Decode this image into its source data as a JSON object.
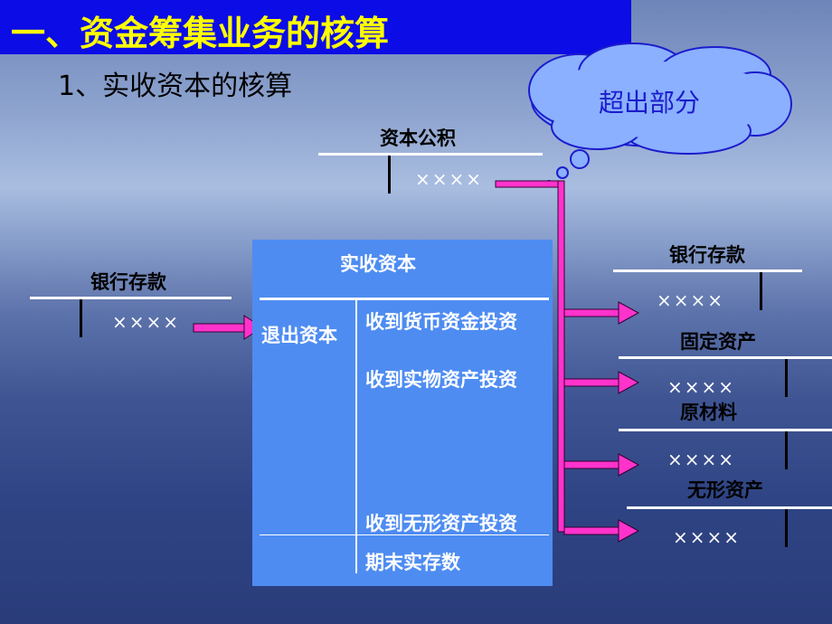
{
  "title": "一、资金筹集业务的核算",
  "subtitle": "1、实收资本的核算",
  "callout": "超出部分",
  "accounts": {
    "capital_reserve": {
      "name": "资本公积",
      "value": "××××"
    },
    "bank_left": {
      "name": "银行存款",
      "value": "××××"
    },
    "paid_in_capital": {
      "name": "实收资本",
      "debit": "退出资本",
      "credits": [
        "收到货币资金投资",
        "收到实物资产投资",
        "收到无形资产投资"
      ],
      "ending": "期末实存数"
    },
    "bank_right": {
      "name": "银行存款",
      "value": "××××"
    },
    "fixed_assets": {
      "name": "固定资产",
      "value": "××××"
    },
    "raw_materials": {
      "name": "原材料",
      "value": "××××"
    },
    "intangible_assets": {
      "name": "无形资产",
      "value": "××××"
    }
  },
  "colors": {
    "title_bar": "#0c0ce6",
    "title_text": "#ffff00",
    "box": "#4e8cf2",
    "arrow": "#ff33cc",
    "cloud": "#8ab0ff"
  }
}
